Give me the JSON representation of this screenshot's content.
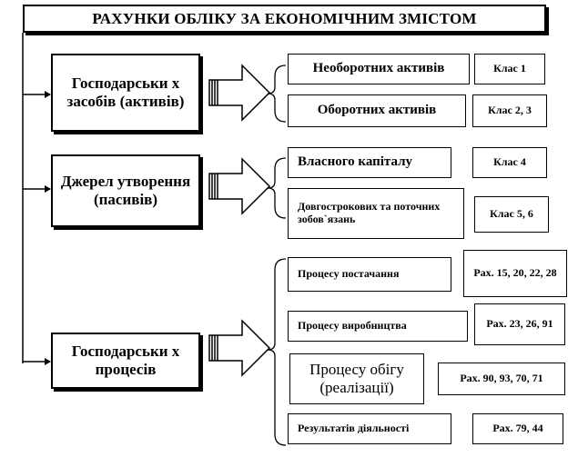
{
  "title": "РАХУНКИ ОБЛІКУ ЗА ЕКОНОМІЧНИМ ЗМІСТОМ",
  "groups": [
    {
      "name": "Господарськи х засобів (активів)",
      "items": [
        {
          "label": "Необоротних активів",
          "class": "Клас 1"
        },
        {
          "label": "Оборотних активів",
          "class": "Клас 2, 3"
        }
      ]
    },
    {
      "name": "Джерел утворення (пасивів)",
      "items": [
        {
          "label": "Власного капіталу",
          "class": "Клас 4"
        },
        {
          "label": "Довгострокових та поточних зобов`язань",
          "class": "Клас 5, 6"
        }
      ]
    },
    {
      "name": "Господарськи х процесів",
      "items": [
        {
          "label": "Процесу постачання",
          "class": "Рах. 15, 20, 22, 28"
        },
        {
          "label": "Процесу виробництва",
          "class": "Рах. 23, 26, 91"
        },
        {
          "label": "Процесу обігу (реалізації)",
          "class": "Рах. 90, 93, 70, 71"
        },
        {
          "label": "Результатів діяльності",
          "class": "Рах. 79, 44"
        }
      ]
    }
  ]
}
